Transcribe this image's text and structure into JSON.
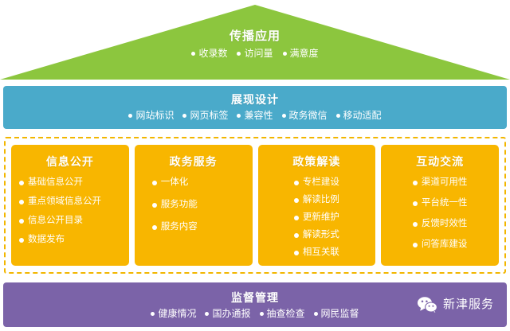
{
  "roof": {
    "title": "传播应用",
    "items": [
      "收录数",
      "访问量",
      "满意度"
    ],
    "color": "#8cc63e"
  },
  "display_band": {
    "title": "展现设计",
    "items": [
      "网站标识",
      "网页标签",
      "兼容性",
      "政务微信",
      "移动适配"
    ],
    "color": "#4aaaca"
  },
  "cards": [
    {
      "title": "信息公开",
      "items": [
        "基础信息公开",
        "重点领域信息公开",
        "信息公开目录",
        "数据发布"
      ]
    },
    {
      "title": "政务服务",
      "items": [
        "一体化",
        "服务功能",
        "服务内容"
      ]
    },
    {
      "title": "政策解读",
      "items": [
        "专栏建设",
        "解读比例",
        "更新维护",
        "解读形式",
        "相互关联"
      ]
    },
    {
      "title": "互动交流",
      "items": [
        "渠道可用性",
        "平台统一性",
        "反馈时效性",
        "问答库建设"
      ]
    }
  ],
  "cards_region": {
    "card_color": "#f8b600",
    "border_color": "#f2b600"
  },
  "footer": {
    "title": "监督管理",
    "items": [
      "健康情况",
      "国办通报",
      "抽查检查",
      "网民监督"
    ],
    "color": "#7b63a8",
    "brand": {
      "icon": "wechat-icon",
      "label": "新津服务"
    }
  }
}
